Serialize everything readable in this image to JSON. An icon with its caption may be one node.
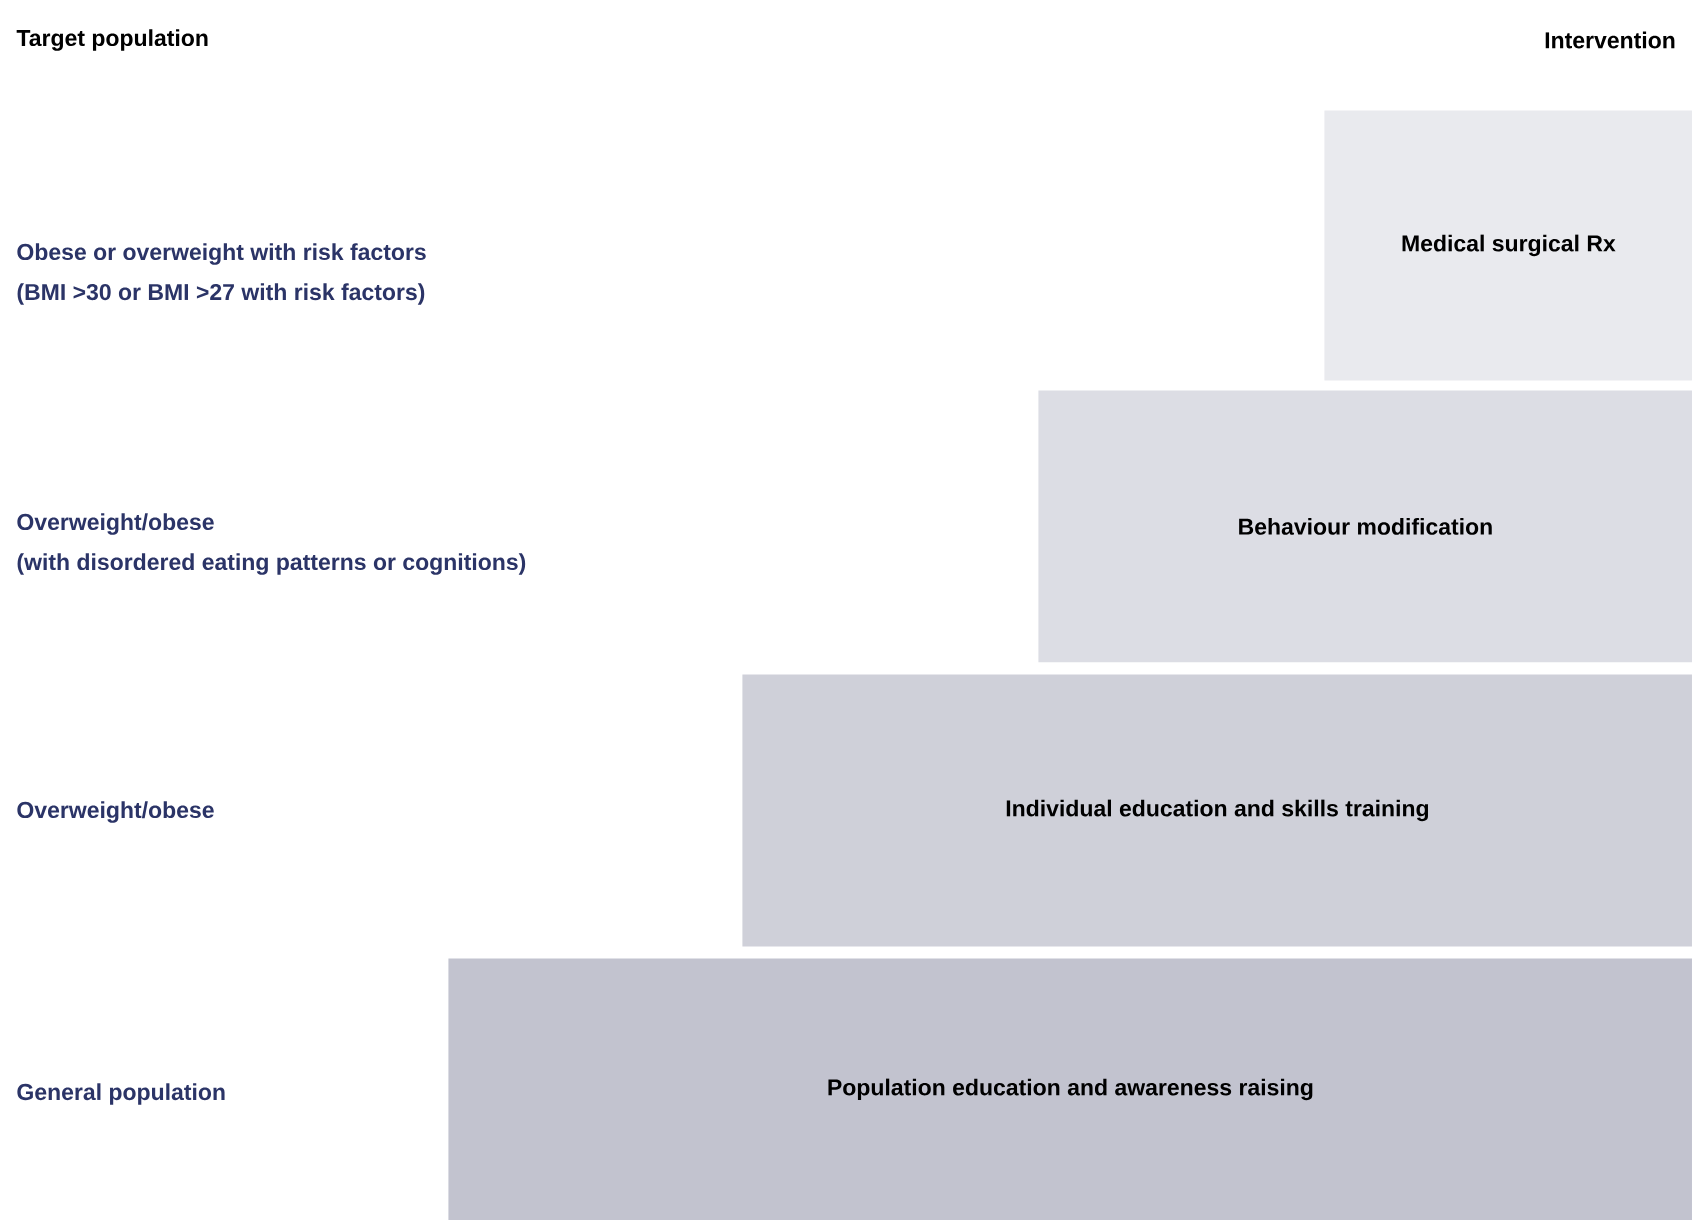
{
  "diagram": {
    "nodes": [
      {
        "text": [
          "Medical surgical Rx"
        ]
      },
      {
        "text": [
          "Behaviour modification"
        ]
      },
      {
        "text": [
          "Individual education and skills training"
        ]
      },
      {
        "text": [
          "Population education and awareness raising"
        ]
      }
    ],
    "labels": [
      "Target population",
      "Intervention",
      "Obese or overweight with risk factors",
      "(BMI >30 or BMI >27 with risk factors)",
      "Overweight/obese",
      "(with disordered eating patterns or cognitions)",
      "Overweight/obese",
      "General population"
    ]
  }
}
